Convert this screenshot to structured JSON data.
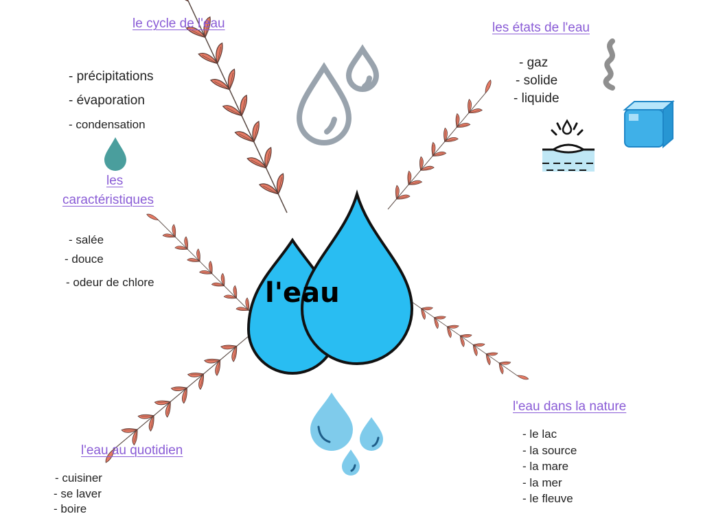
{
  "center": {
    "title": "l'eau"
  },
  "sections": {
    "cycle": {
      "title": "le cycle de l'eau",
      "items": [
        "- précipitations",
        "- évaporation",
        "- condensation"
      ]
    },
    "etats": {
      "title": "les états de l'eau",
      "items": [
        "- gaz",
        "- solide",
        "- liquide"
      ]
    },
    "caracteristiques": {
      "title_line1": "les",
      "title_line2": "caractéristiques",
      "items": [
        "- salée",
        "- douce",
        "- odeur de chlore"
      ]
    },
    "nature": {
      "title": "l'eau dans la nature",
      "items": [
        "- le lac",
        "- la source",
        "- la mare",
        "- la mer",
        "- le fleuve"
      ]
    },
    "quotidien": {
      "title": "l'eau au quotidien",
      "items": [
        "- cuisiner",
        "- se laver",
        "- boire"
      ]
    }
  },
  "colors": {
    "heading": "#8a5cd6",
    "main_drop": "#29bdf2",
    "leaf": "#e57a64",
    "stem": "#5a4a44",
    "outline_drops": "#99a3ad",
    "teal_drop": "#4a9e9d",
    "small_drops": "#7fcbeb"
  },
  "icons": [
    "branch-icon",
    "water-drop-icon",
    "steam-icon",
    "ice-cube-icon",
    "water-splash-icon"
  ]
}
